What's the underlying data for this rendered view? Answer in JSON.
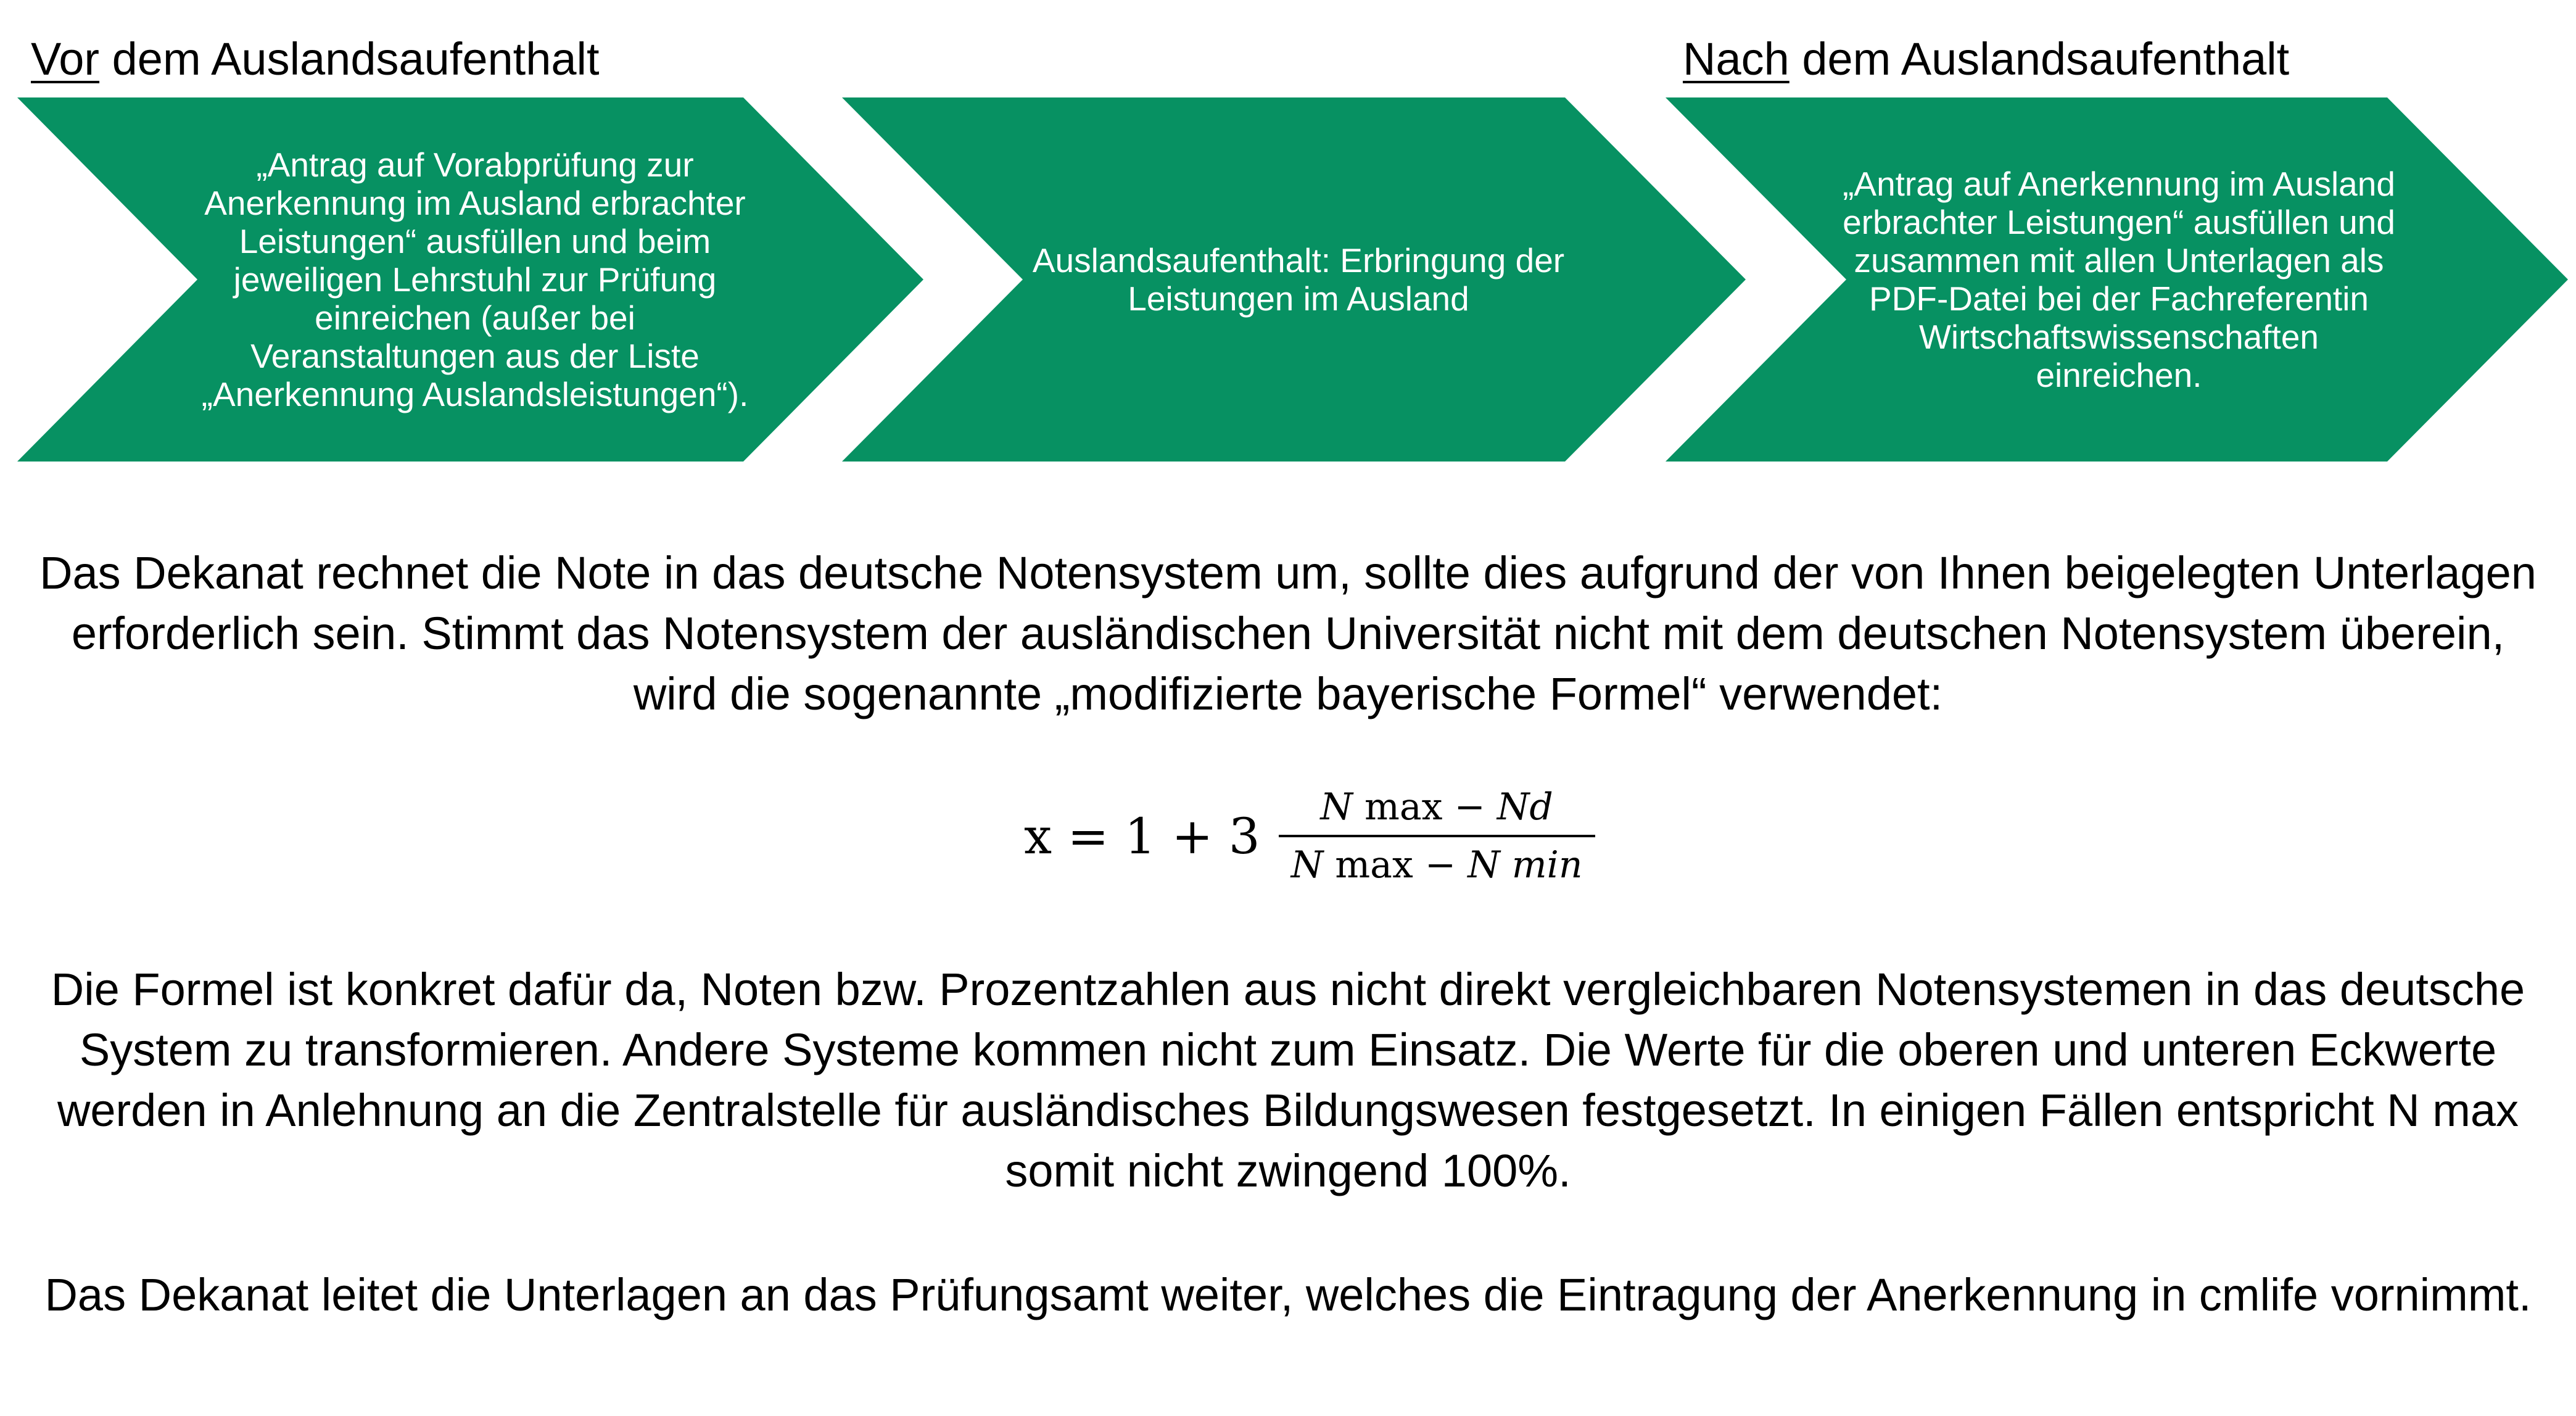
{
  "phases": {
    "before_underlined": "Vor",
    "before_rest": " dem Auslandsaufenthalt",
    "after_underlined": "Nach",
    "after_rest": " dem Auslandsaufenthalt"
  },
  "steps": [
    {
      "text": "„Antrag auf Vorabprüfung zur Anerkennung im Ausland erbrachter Leistungen“ ausfüllen und beim jeweiligen Lehrstuhl zur Prüfung einreichen (außer bei Veranstaltungen aus der Liste „Anerkennung Auslandsleistungen“)."
    },
    {
      "text": "Auslandsaufenthalt: Erbringung der Leistungen im Ausland"
    },
    {
      "text": "„Antrag auf Anerkennung im Ausland erbrachter Leistungen“ ausfüllen und zusammen mit allen Unterlagen als PDF-Datei bei der Fachreferentin Wirtschaftswissenschaften einreichen."
    }
  ],
  "colors": {
    "chevron_fill": "#079162"
  },
  "paragraphs": {
    "p1": "Das Dekanat rechnet die Note in das deutsche Notensystem um, sollte dies aufgrund der von Ihnen beigelegten Unterlagen erforderlich sein. Stimmt das Notensystem der ausländischen Universität nicht mit dem deutschen Notensystem überein, wird die sogenannte „modifizierte bayerische Formel“ verwendet:",
    "p2": "Die Formel ist konkret dafür da, Noten bzw. Prozentzahlen aus nicht direkt vergleichbaren Notensystemen in das deutsche System zu transformieren. Andere Systeme kommen nicht zum Einsatz. Die Werte für die oberen und unteren Eckwerte werden in Anlehnung an die Zentralstelle für ausländisches Bildungswesen festgesetzt. In einigen Fällen entspricht N max somit nicht zwingend 100%.",
    "p3": "Das Dekanat leitet die Unterlagen an das Prüfungsamt weiter, welches die Eintragung der Anerkennung in cmlife vornimmt."
  },
  "formula": {
    "lhs": "x = 1 + 3",
    "numerator_a": "N",
    "numerator_b": " max − ",
    "numerator_c": "Nd",
    "denominator_a": "N",
    "denominator_b": " max − ",
    "denominator_c": "N min"
  }
}
